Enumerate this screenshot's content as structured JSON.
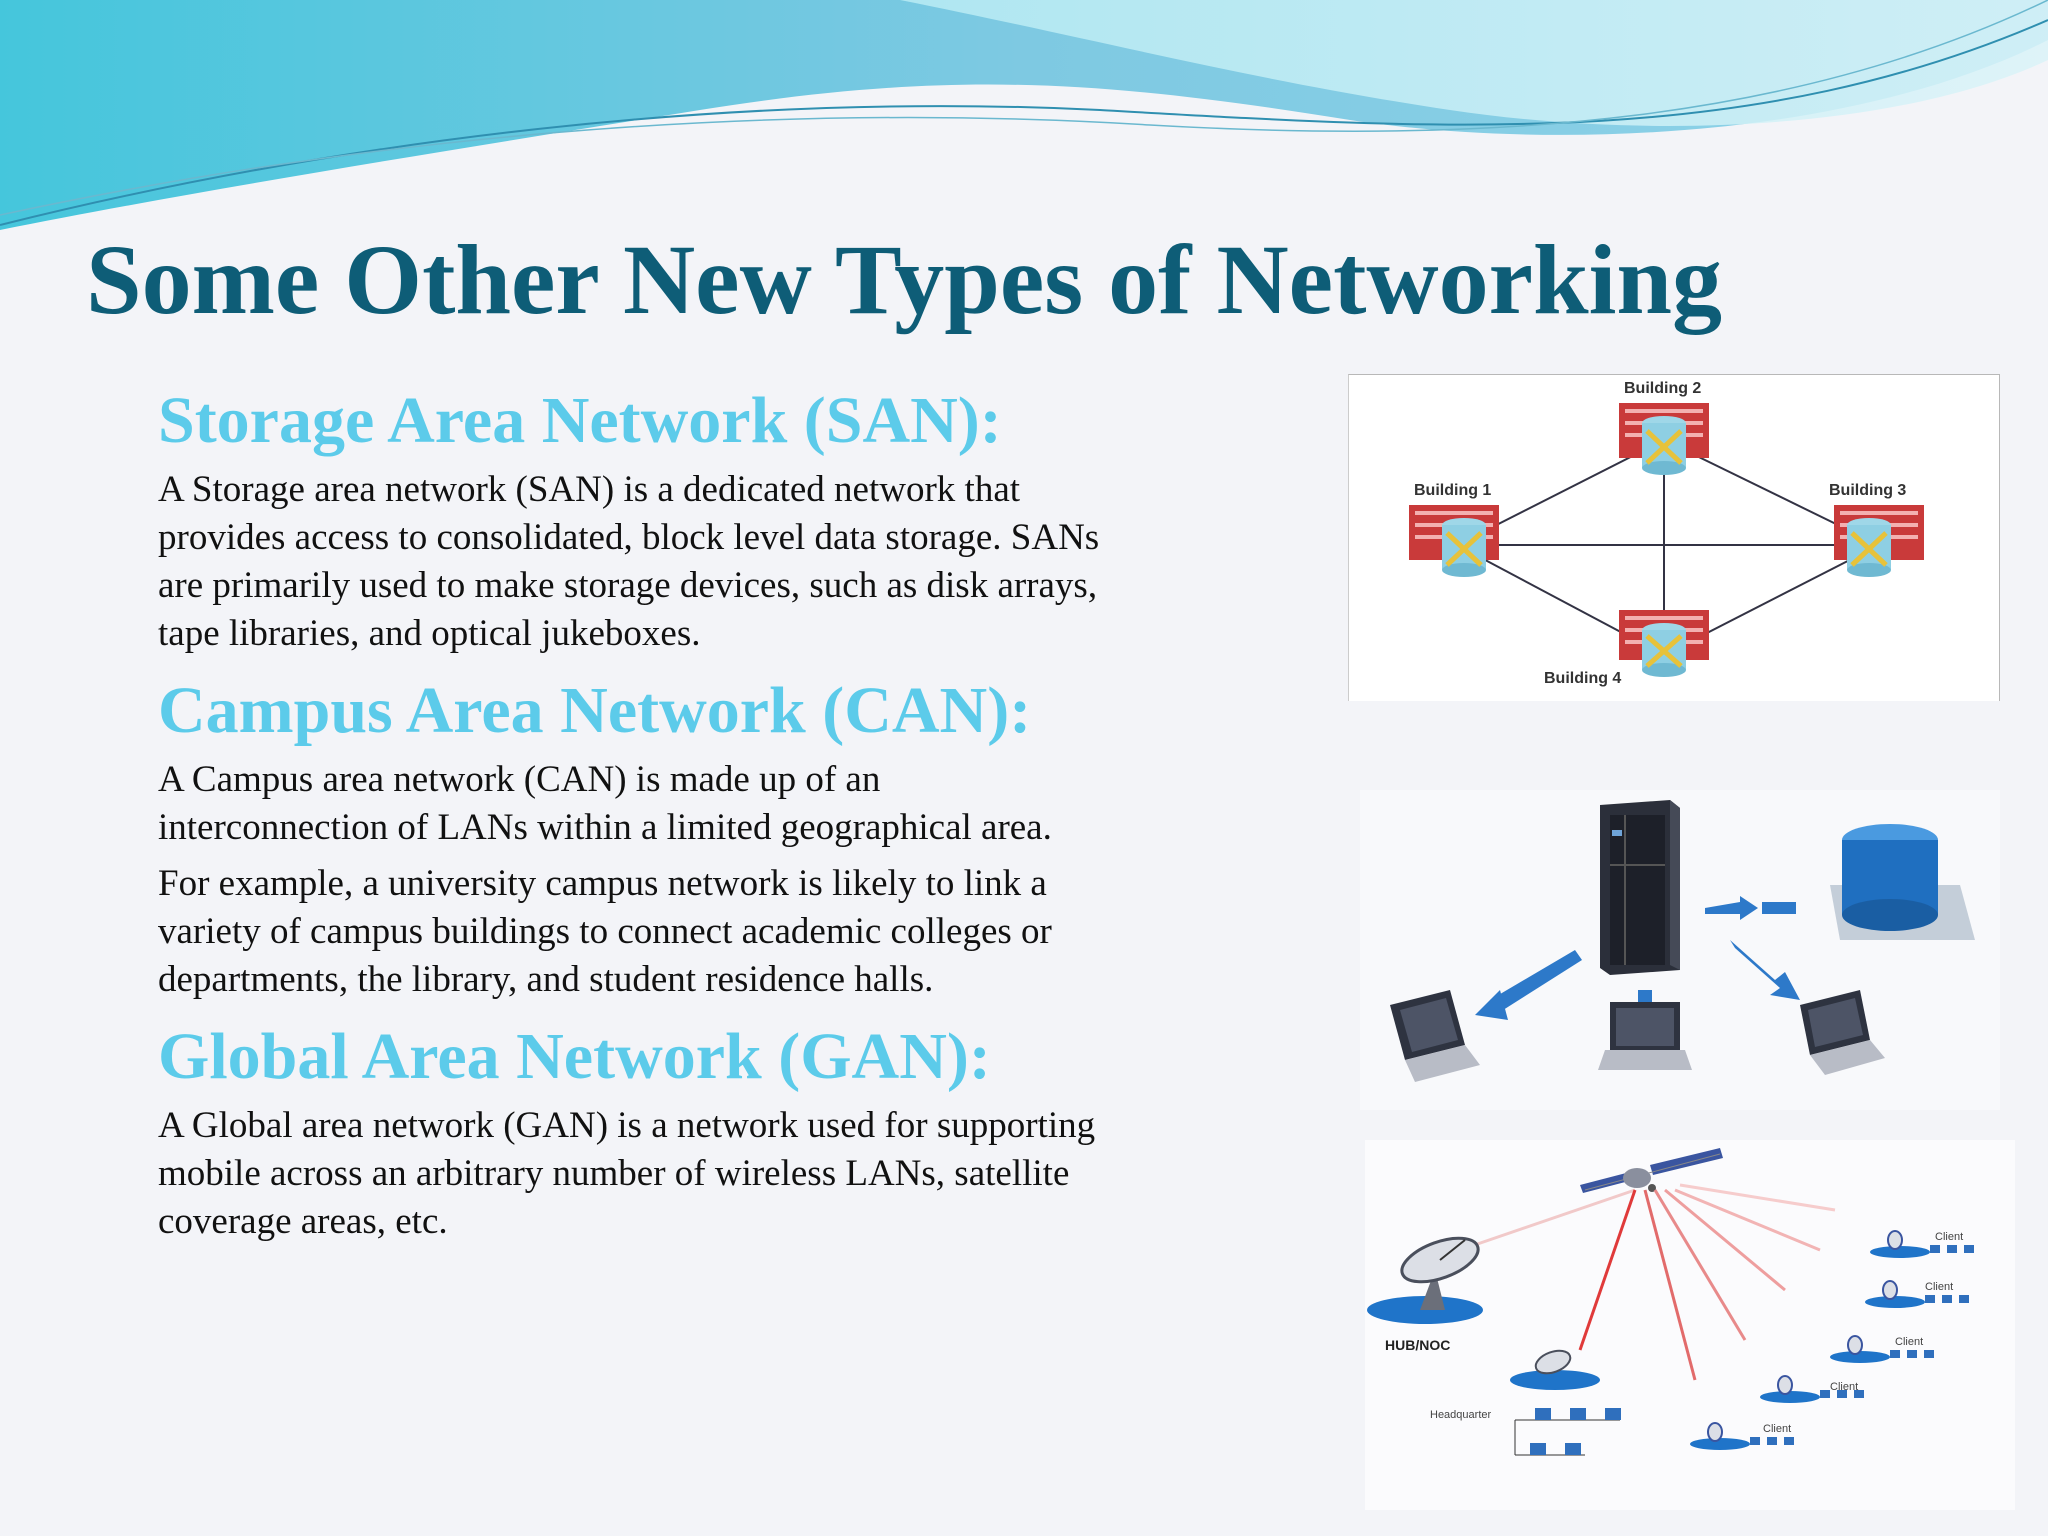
{
  "slide": {
    "title": "Some Other New Types of Networking",
    "sections": [
      {
        "heading": "Storage Area Network (SAN):",
        "paragraphs": [
          "A  Storage area network  (SAN) is a dedicated network that provides access to consolidated, block level data storage. SANs are primarily used to make storage devices, such as disk arrays, tape libraries, and optical jukeboxes."
        ]
      },
      {
        "heading": "Campus Area Network (CAN):",
        "paragraphs": [
          "A  Campus area network  (CAN) is made up of an interconnection of LANs within a limited geographical area.",
          "For example, a university campus network is likely to link a variety of campus buildings to connect academic colleges or departments, the library, and student residence halls."
        ]
      },
      {
        "heading": "Global Area Network (GAN):",
        "paragraphs": [
          "A  Global area network  (GAN) is a network used for supporting mobile across an arbitrary number of wireless LANs, satellite coverage areas, etc."
        ]
      }
    ]
  },
  "san_diagram": {
    "labels": [
      "Building 2",
      "Building 1",
      "Building 3",
      "Building 4"
    ]
  },
  "gan_diagram": {
    "hub_label": "HUB/NOC",
    "hq_label": "Headquarter",
    "client_label": "Client"
  },
  "colors": {
    "title": "#0e5d77",
    "heading": "#5ccbea",
    "body_text": "#111111",
    "wave": "#4fc3df"
  }
}
